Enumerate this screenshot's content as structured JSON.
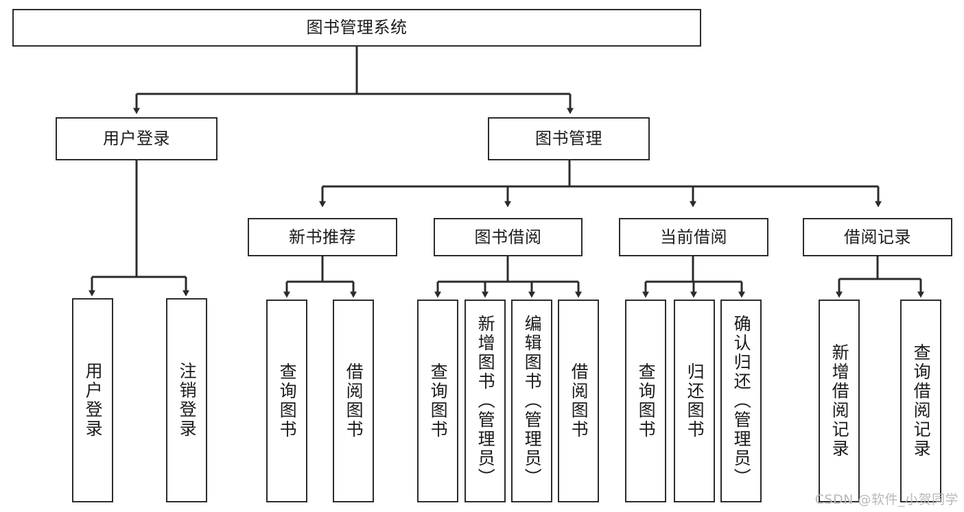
{
  "diagram": {
    "title": "图书管理系统",
    "type": "hierarchy-tree",
    "orientation": "top-down",
    "line_color": "#2b2b2b",
    "box_fill": "#ffffff",
    "text_color": "#1b1b1b"
  },
  "watermark": {
    "text": "CSDN @软件_小贺同学",
    "color": "#b9b9b9"
  },
  "nodes": {
    "root": {
      "label": "图书管理系统"
    },
    "level2": [
      {
        "label": "用户登录"
      },
      {
        "label": "图书管理"
      }
    ],
    "level3": [
      {
        "label": "新书推荐"
      },
      {
        "label": "图书借阅"
      },
      {
        "label": "当前借阅"
      },
      {
        "label": "借阅记录"
      }
    ],
    "leaves": {
      "user_login": [
        {
          "label": "用户登录"
        },
        {
          "label": "注销登录"
        }
      ],
      "new_book": [
        {
          "label": "查询图书"
        },
        {
          "label": "借阅图书"
        }
      ],
      "borrow_book": [
        {
          "label": "查询图书"
        },
        {
          "label": "新增图书（管理员）"
        },
        {
          "label": "编辑图书（管理员）"
        },
        {
          "label": "借阅图书"
        }
      ],
      "current_borrow": [
        {
          "label": "查询图书"
        },
        {
          "label": "归还图书"
        },
        {
          "label": "确认归还（管理员）"
        }
      ],
      "borrow_record": [
        {
          "label": "新增借阅记录"
        },
        {
          "label": "查询借阅记录"
        }
      ]
    }
  }
}
